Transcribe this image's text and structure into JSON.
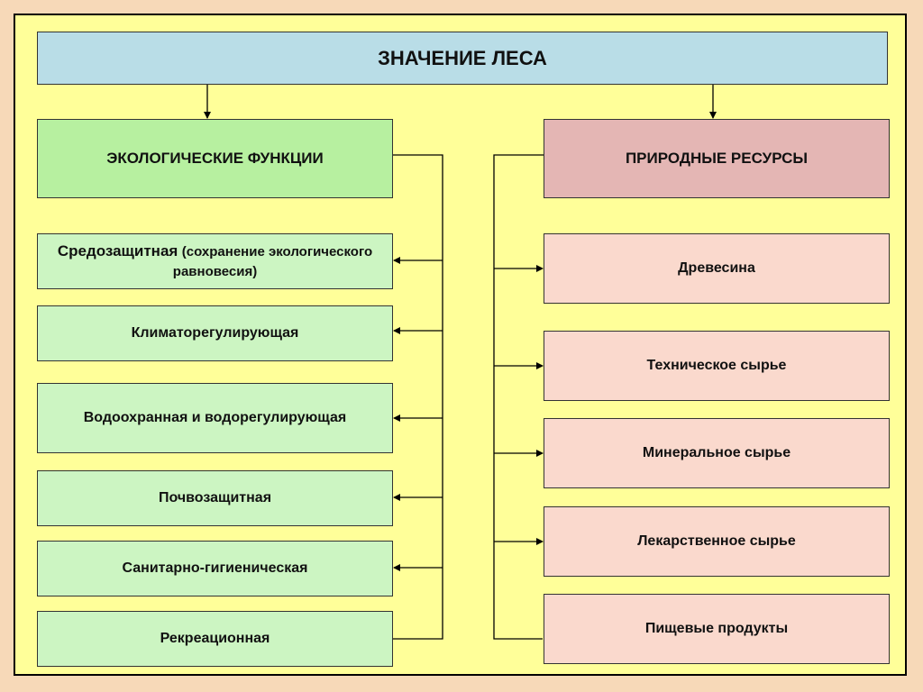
{
  "title": "ЗНАЧЕНИЕ ЛЕСА",
  "left": {
    "header": "ЭКОЛОГИЧЕСКИЕ ФУНКЦИИ",
    "items": [
      {
        "main": "Средозащитная",
        "sub": "(сохранение экологического равновесия)"
      },
      {
        "main": "Климаторегулирующая"
      },
      {
        "main": "Водоохранная и водорегулирующая"
      },
      {
        "main": "Почвозащитная"
      },
      {
        "main": "Санитарно-гигиеническая"
      },
      {
        "main": "Рекреационная"
      }
    ]
  },
  "right": {
    "header": "ПРИРОДНЫЕ РЕСУРСЫ",
    "items": [
      "Древесина",
      "Техническое сырье",
      "Минеральное сырье",
      "Лекарственное сырье",
      "Пищевые продукты"
    ]
  }
}
